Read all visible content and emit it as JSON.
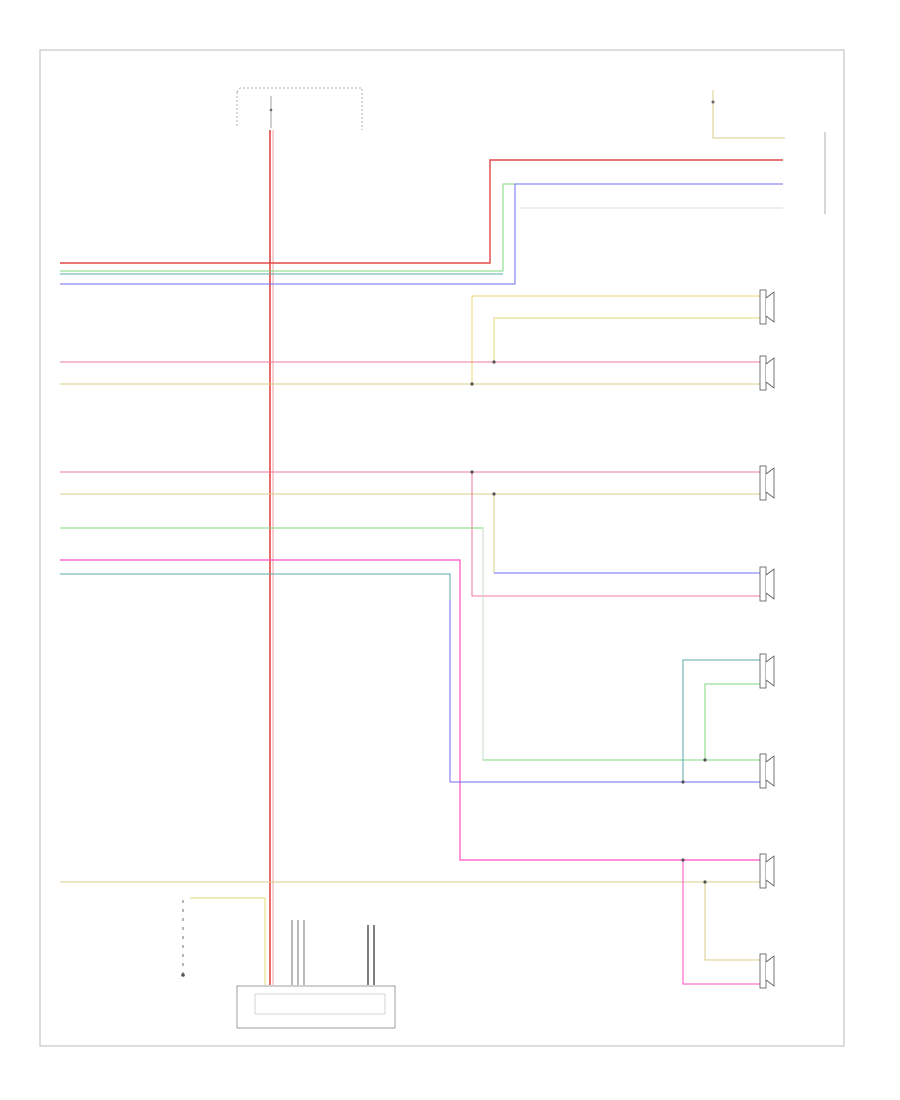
{
  "diagram": {
    "ref_code": "",
    "components": {
      "fuse_block_title": "",
      "fuse_label": "",
      "fuse_desc": "",
      "antenna_label": "",
      "steering_switch": "",
      "rf_tweeter": "",
      "rf_door_speaker": "",
      "lf_tweeter": "",
      "lf_door_speaker": "",
      "rr_tweeter": "",
      "rr_door_speaker": "",
      "lr_door_speaker": "",
      "lr_tweeter": "",
      "subwoofer": "",
      "radio_receiver": "",
      "radio_in1": "",
      "radio_in2": ""
    },
    "wire_colors": {
      "red": "#e04848",
      "pink": "#f07a9a",
      "magenta": "#ff4dc2",
      "blue": "#6c6cf0",
      "teal": "#5aa8a8",
      "green": "#7cd87c",
      "yellow": "#e8d870",
      "tan": "#d8cc88",
      "gray": "#999999"
    },
    "wires": [
      {
        "id": "w-ign-red",
        "color": "#e04848",
        "label": ""
      },
      {
        "id": "w-sw1-red",
        "color": "#e04848",
        "label": ""
      },
      {
        "id": "w-sw2-teal",
        "color": "#5aa8a8",
        "label": ""
      },
      {
        "id": "w-sw3-blue",
        "color": "#6c6cf0",
        "label": ""
      },
      {
        "id": "w-rf-pos",
        "color": "#f07a9a",
        "label": ""
      },
      {
        "id": "w-rf-neg",
        "color": "#d8cc88",
        "label": ""
      },
      {
        "id": "w-lf-pos",
        "color": "#f07a9a",
        "label": ""
      },
      {
        "id": "w-lf-neg",
        "color": "#d8cc88",
        "label": ""
      },
      {
        "id": "w-rr-green",
        "color": "#7cd87c",
        "label": ""
      },
      {
        "id": "w-rr-magenta",
        "color": "#ff4dc2",
        "label": ""
      },
      {
        "id": "w-rr-teal",
        "color": "#5aa8a8",
        "label": ""
      },
      {
        "id": "w-lr-tan",
        "color": "#d8cc88",
        "label": ""
      },
      {
        "id": "w-ground-gray",
        "color": "#999999",
        "label": ""
      }
    ],
    "pins": {
      "p1": "",
      "p2": "",
      "p3": "",
      "p4": "",
      "p5": "",
      "p6": "",
      "p7": "",
      "p8": "",
      "p9": "",
      "p10": "",
      "p11": ""
    }
  }
}
